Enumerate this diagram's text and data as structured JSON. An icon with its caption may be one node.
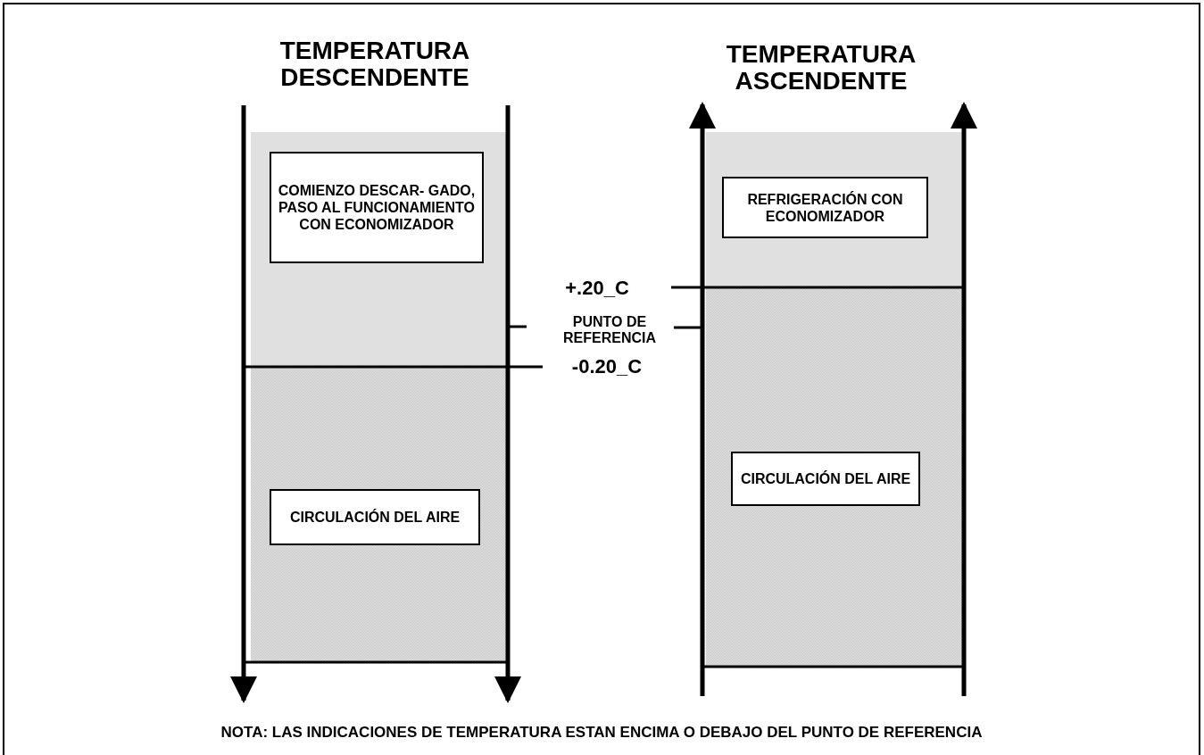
{
  "diagram": {
    "nodes": [
      {
        "text": [
          "COMIENZO DESCAR- GADO, PASO AL FUNCIONAMIENTO CON ECONOMIZADOR"
        ]
      },
      {
        "text": [
          "CIRCULACIÓN DEL AIRE"
        ]
      },
      {
        "text": [
          "REFRIGERACIÓN CON ECONOMIZADOR"
        ]
      },
      {
        "text": [
          "CIRCULACIÓN DEL AIRE"
        ]
      }
    ],
    "labels": [
      "TEMPERATURA DESCENDENTE",
      "TEMPERATURA ASCENDENTE",
      "+.20_C",
      "PUNTO DE REFERENCIA",
      "-0.20_C",
      "NOTA: LAS INDICACIONES DE TEMPERATURA ESTAN ENCIMA O DEBAJO DEL PUNTO DE REFERENCIA"
    ]
  }
}
